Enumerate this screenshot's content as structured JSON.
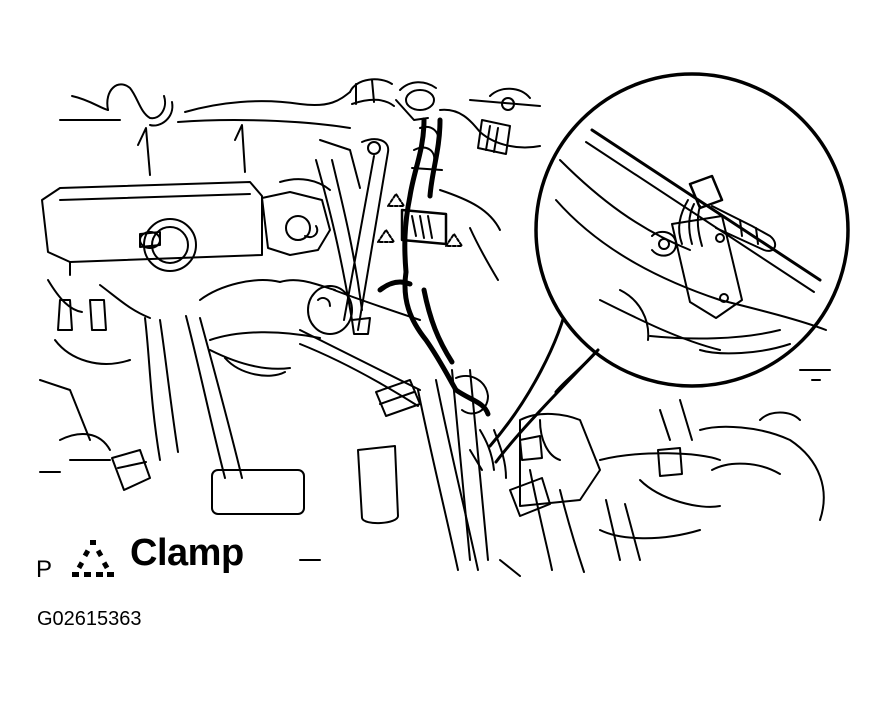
{
  "legend": {
    "letter": "P",
    "icon": "clamp-triangle-icon",
    "label": "Clamp"
  },
  "figure_code": "G02615363",
  "colors": {
    "ink": "#000000",
    "paper": "#ffffff"
  }
}
